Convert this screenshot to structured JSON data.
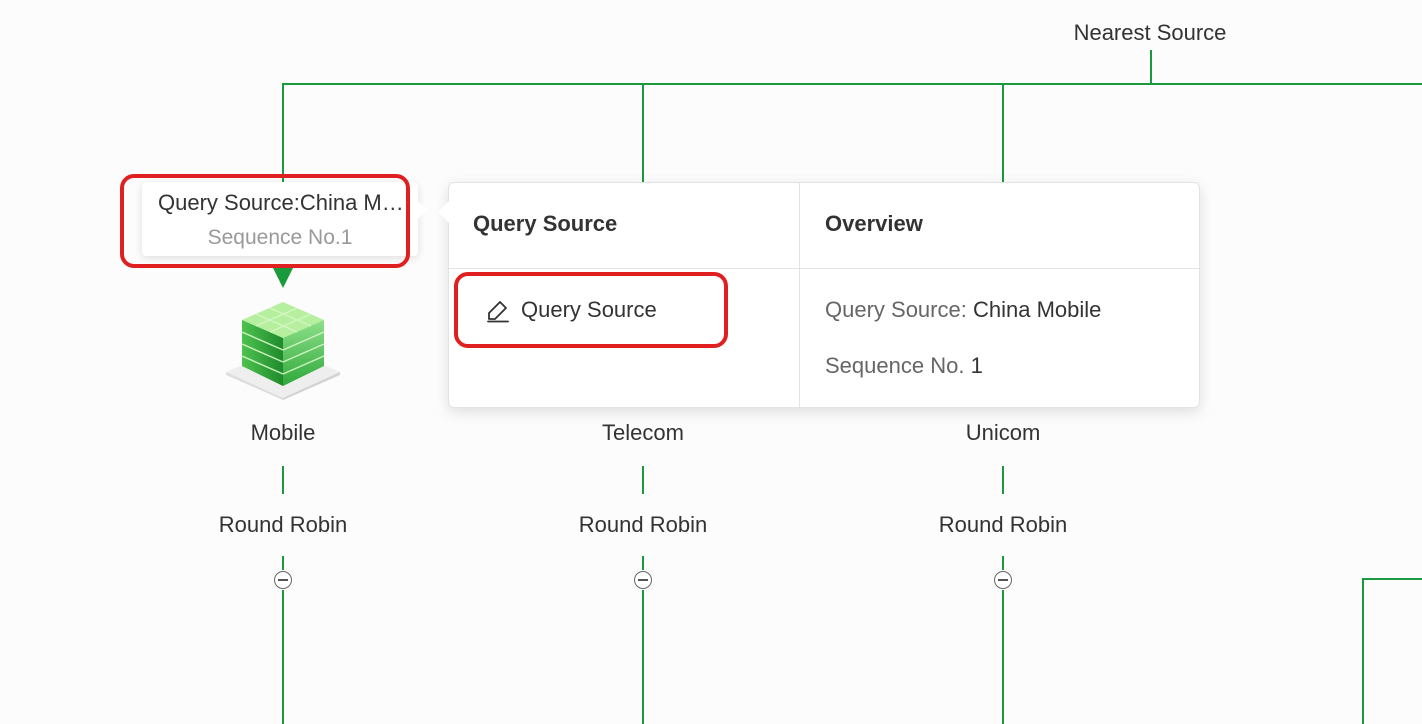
{
  "root": {
    "label": "Nearest Source"
  },
  "nodes": [
    {
      "label": "Mobile",
      "strategy": "Round Robin"
    },
    {
      "label": "Telecom",
      "strategy": "Round Robin"
    },
    {
      "label": "Unicom",
      "strategy": "Round Robin"
    }
  ],
  "node_tooltip": {
    "title": "Query Source:China Mobile",
    "subtitle": "Sequence No.1"
  },
  "popover": {
    "col1_header": "Query Source",
    "col2_header": "Overview",
    "action_label": "Query Source",
    "action_icon": "edit-pencil-icon",
    "overview": {
      "source_key": "Query Source:",
      "source_value": "China Mobile",
      "seq_key": "Sequence No.",
      "seq_value": "1"
    }
  },
  "colors": {
    "tree_line": "#1a9a3c",
    "highlight": "#e02020"
  }
}
